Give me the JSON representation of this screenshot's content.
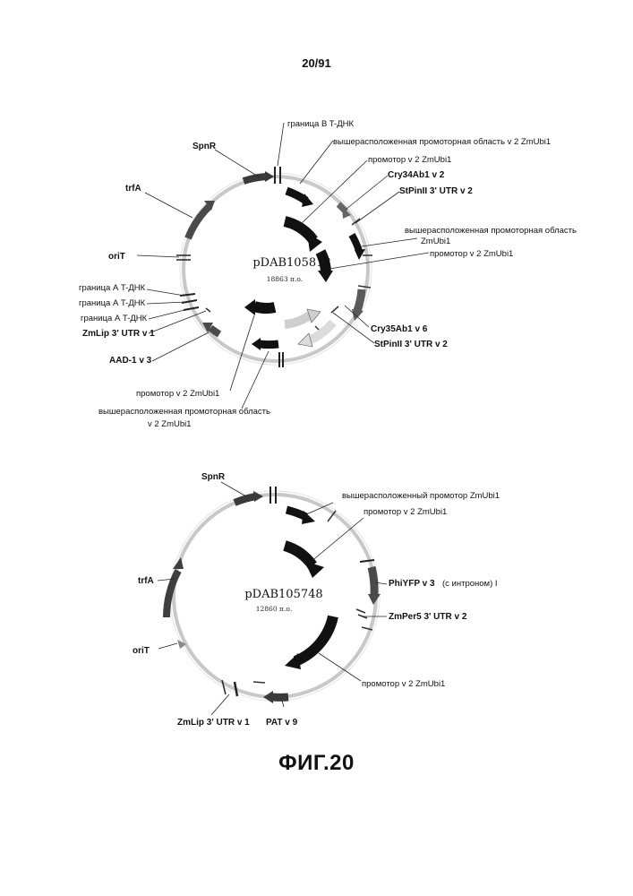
{
  "page_number": "20/91",
  "figure_caption": "ФИГ.20",
  "map1": {
    "name": "pDAB105818",
    "size": "18863 п.о.",
    "labels": {
      "spnr": "SpnR",
      "trfa": "trfA",
      "orit": "oriT",
      "border_b": "граница B T-ДНК",
      "upstream_v2_zmubi1": "вышерасположенная промоторная область v 2 ZmUbi1",
      "promoter_v2_zmubi1_a": "промотор v 2 ZmUbi1",
      "cry34ab1": "Cry34Ab1 v 2",
      "stpinii_a": "StPinII 3' UTR v 2",
      "upstream_zmubi1_line1": "вышерасположенная промоторная область",
      "upstream_zmubi1_line2": "ZmUbi1",
      "promoter_v2_zmubi1_b": "промотор v 2 ZmUbi1",
      "border_a1": "граница А T-ДНК",
      "border_a2": "граница А T-ДНК",
      "border_a3": "граница А T-ДНК",
      "zmlip": "ZmLip 3' UTR v 1",
      "aad1": "AAD-1 v 3",
      "cry35ab1": "Cry35Ab1 v 6",
      "stpinii_b": "StPinII 3' UTR v 2",
      "promoter_v2_zmubi1_c": "промотор v 2 ZmUbi1",
      "upstream_bottom_line1": "вышерасположенная промоторная область",
      "upstream_bottom_line2": "v 2 ZmUbi1"
    }
  },
  "map2": {
    "name": "pDAB105748",
    "size": "12860 п.о.",
    "labels": {
      "spnr": "SpnR",
      "trfa": "trfA",
      "orit": "oriT",
      "upstream_promoter": "вышерасположенный промотор ZmUbi1",
      "promoter_v2_zmubi1_a": "промотор v 2 ZmUbi1",
      "phiyfp": "PhiYFP v 3",
      "phiyfp_note": "(с интроном) I",
      "zmper5": "ZmPer5 3' UTR v 2",
      "promoter_v2_zmubi1_b": "промотор v 2 ZmUbi1",
      "zmlip": "ZmLip 3' UTR v 1",
      "pat": "PAT v 9"
    }
  },
  "colors": {
    "dark_arrow": "#1a1a1a",
    "medium_arrow": "#5a5a5a",
    "light_arrow": "#d6d6d6",
    "backbone": "#c8c8c8"
  }
}
